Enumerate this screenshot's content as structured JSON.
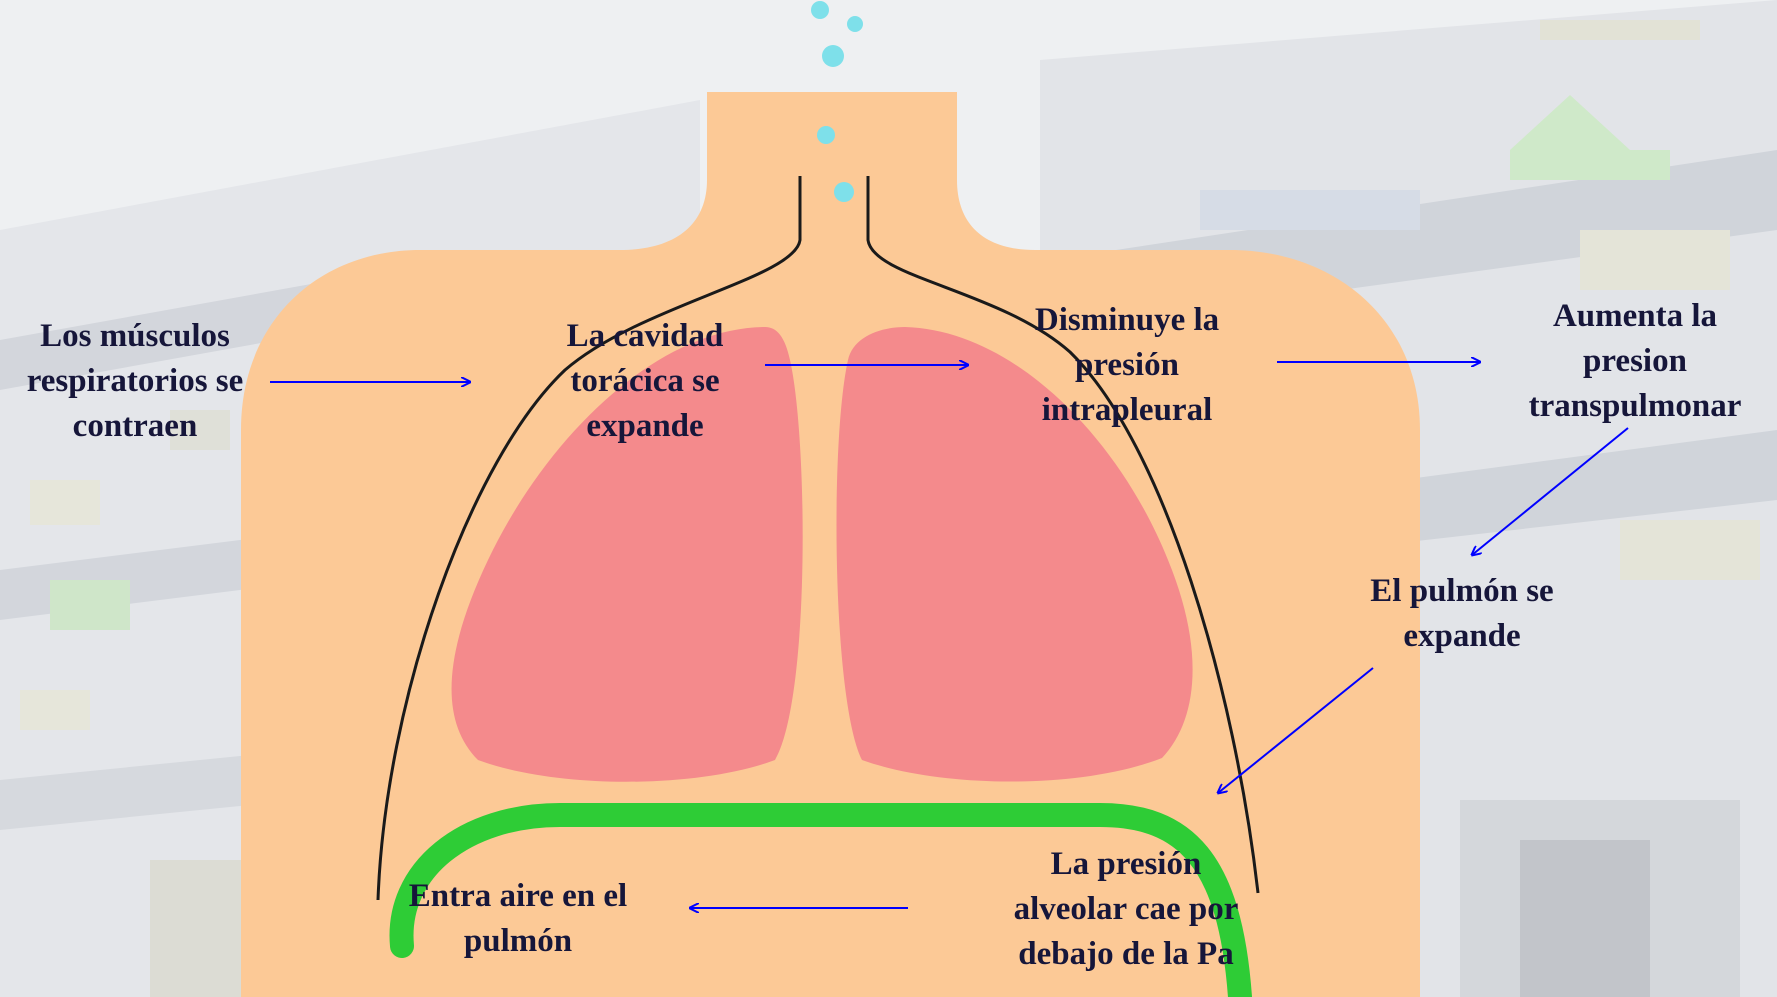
{
  "diagram": {
    "labels": {
      "muscles": [
        "Los músculos",
        "respiratorios se",
        "contraen"
      ],
      "cavity": [
        "La cavidad",
        "torácica se",
        "expande"
      ],
      "pleural": [
        "Disminuye la",
        "presión",
        "intrapleural"
      ],
      "transpulm": [
        "Aumenta la",
        "presion",
        "transpulmonar"
      ],
      "lung": [
        "El pulmón se",
        "expande"
      ],
      "alveolar": [
        "La presión",
        "alveolar cae por",
        "debajo de la Pa"
      ],
      "air": [
        "Entra aire en el",
        "pulmón"
      ]
    },
    "colors": {
      "body": "#fcc996",
      "lungs": "#f48a8c",
      "diaphragm": "#2ecc36",
      "arrows": "#0000ff",
      "outline": "#1a1a1a",
      "bubbles": "#7ee0ea"
    }
  }
}
